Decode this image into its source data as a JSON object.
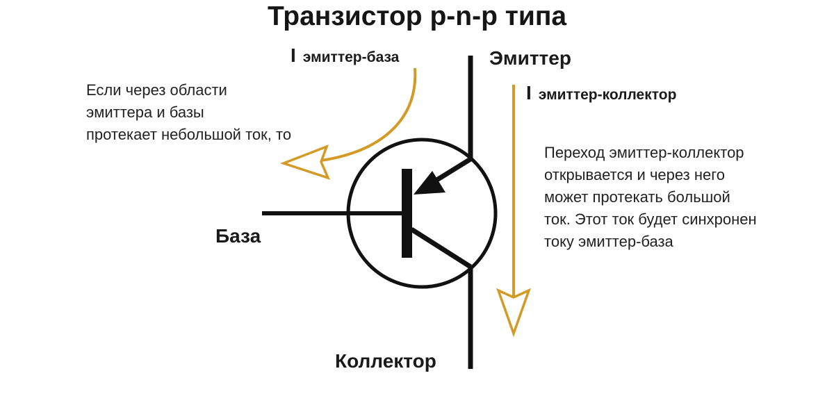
{
  "title": "Транзистор p-n-p типа",
  "terminals": {
    "emitter": "Эмиттер",
    "base": "База",
    "collector": "Коллектор"
  },
  "currents": {
    "emitter_base": {
      "symbol": "I",
      "subscript": "эмиттер-база"
    },
    "emitter_collector": {
      "symbol": "I",
      "subscript": "эмиттер-коллектор"
    }
  },
  "notes": {
    "left_lines": [
      "Если через области эмиттера и базы",
      "протекает небольшой ток, то"
    ],
    "right_lines": [
      "Переход эмиттер-коллектор",
      "открывается и через него",
      "может протекать большой",
      "ток. Этот ток будет синхронен",
      "току эмиттер-база"
    ]
  },
  "colors": {
    "wire": "#111111",
    "arrow": "#d39a26",
    "text": "#1a1a1a"
  }
}
